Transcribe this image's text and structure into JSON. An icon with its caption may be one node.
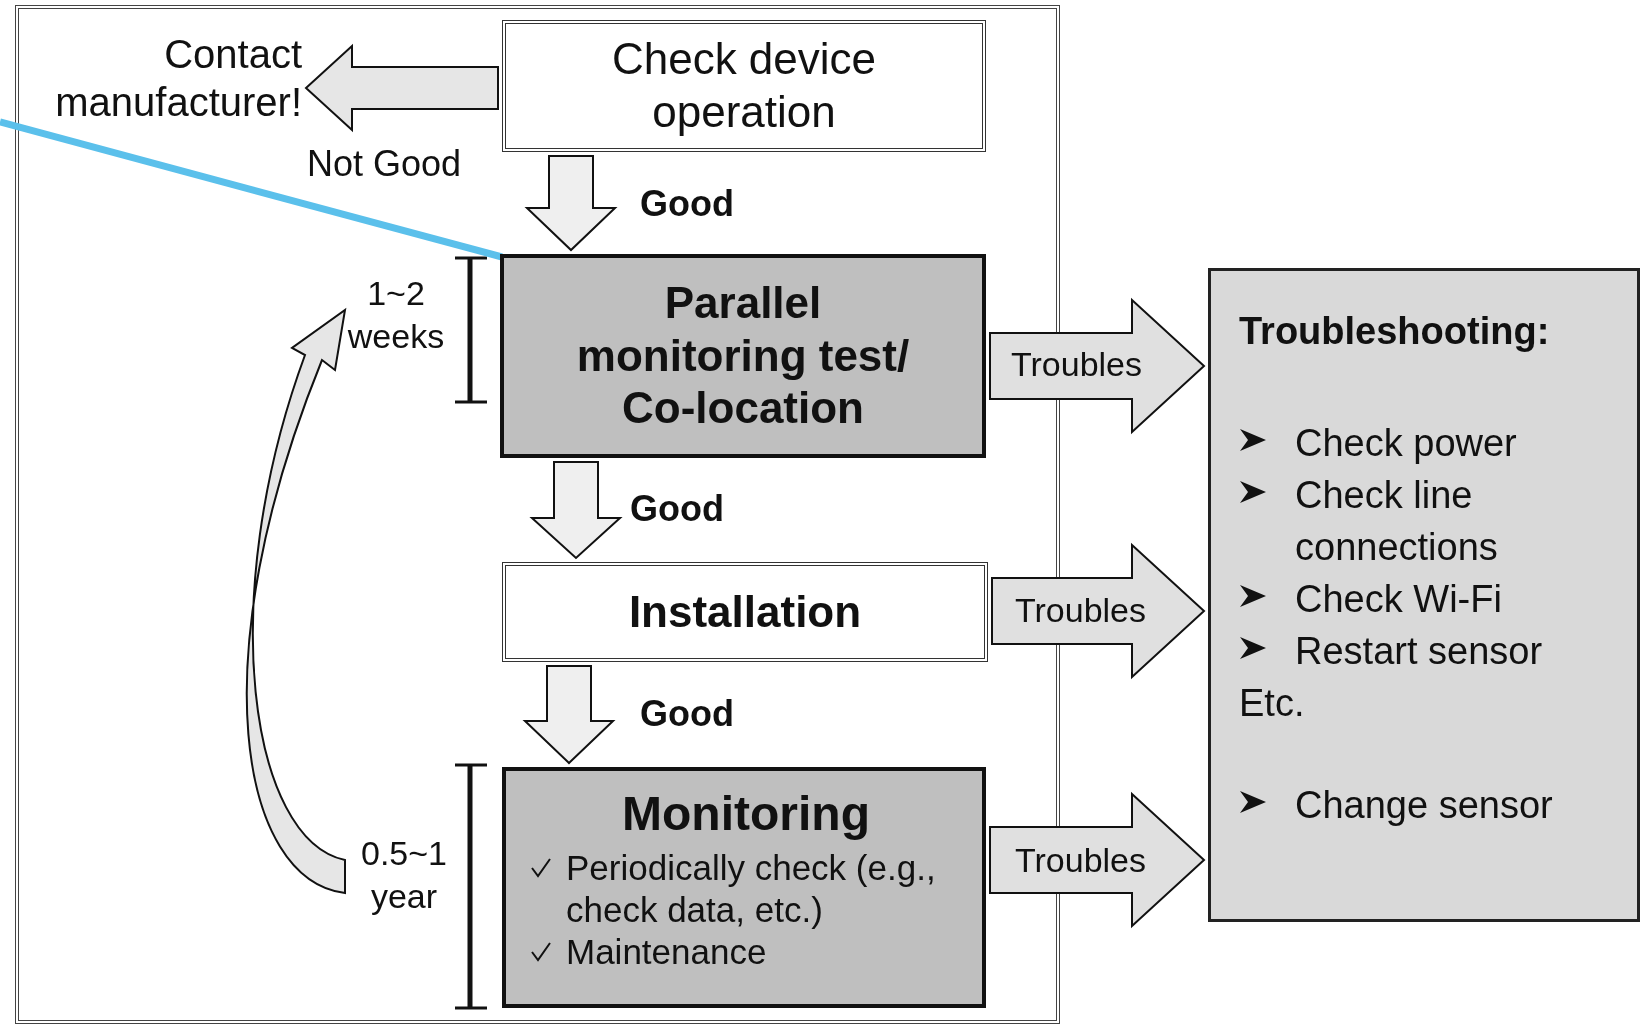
{
  "diagram": {
    "nodes": [
      {
        "text": [],
        "shape": "box"
      },
      {
        "text": [
          "Contact manufacturer!"
        ],
        "in": 0
      },
      {
        "text": [
          "Check device operation"
        ],
        "in": 0
      },
      {
        "text": [
          "Parallel monitoring test/ Co-location"
        ],
        "in": 0,
        "beside": [
          "1~2 weeks"
        ]
      },
      {
        "text": [
          "Installation"
        ],
        "in": 0
      },
      {
        "text": [
          "Monitoring",
          "Periodically check (e.g., check data, etc.)",
          "Maintenance"
        ],
        "in": 0,
        "beside": [
          "0.5~1 year"
        ]
      },
      {
        "text": [
          "Troubleshooting:",
          "Check power",
          "Check line connections",
          "Check Wi-Fi",
          "Restart sensor",
          "Etc.",
          "Change sensor"
        ]
      }
    ],
    "edges": [
      {
        "from": 2,
        "to": 1,
        "arrow": "to",
        "label": "Not Good"
      },
      {
        "from": 2,
        "to": 3,
        "arrow": "to",
        "label": "Good"
      },
      {
        "from": 3,
        "to": 4,
        "arrow": "to",
        "label": "Good"
      },
      {
        "from": 4,
        "to": 5,
        "arrow": "to",
        "label": "Good"
      },
      {
        "from": 3,
        "to": 6,
        "arrow": "to",
        "label": "Troubles"
      },
      {
        "from": 4,
        "to": 6,
        "arrow": "to",
        "label": "Troubles"
      },
      {
        "from": 5,
        "to": 6,
        "arrow": "to",
        "label": "Troubles"
      },
      {
        "from": 5,
        "to": 3,
        "arrow": "to"
      },
      {
        "from": null,
        "to": 3,
        "arrow": "none",
        "color": "#5bc0eb"
      }
    ]
  }
}
